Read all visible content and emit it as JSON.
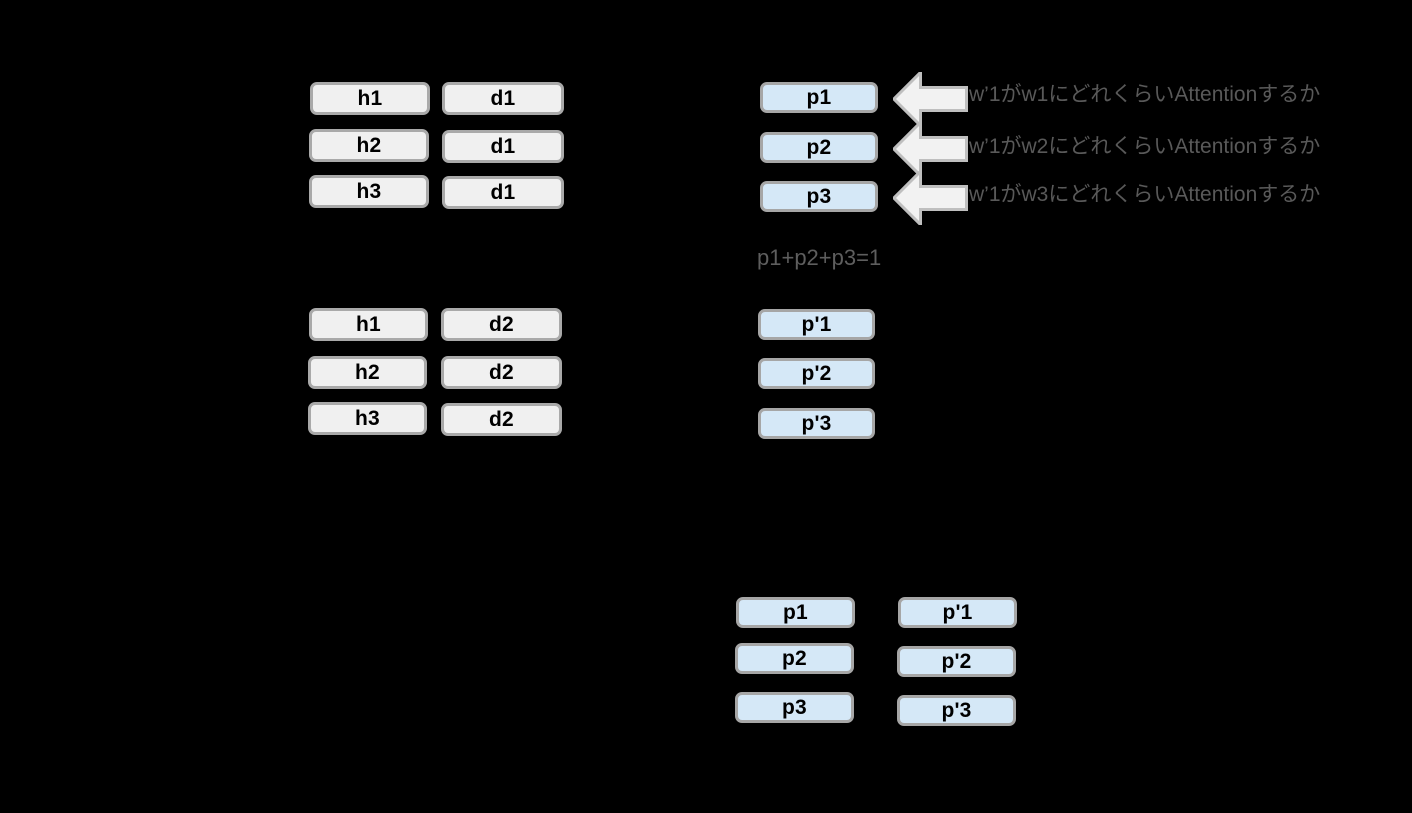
{
  "background_color": "#000000",
  "colors": {
    "box_grey_fill": "#f0f0f0",
    "box_blue_fill": "#d5e8f7",
    "box_border": "#a6a6a6",
    "arrow_fill": "#f2f2f2",
    "arrow_border": "#bfbfbf",
    "text_grey": "#595959",
    "text_black": "#000000"
  },
  "groups": {
    "hidden_states_d1": {
      "name": "hidden-states-with-d1",
      "rows": [
        {
          "left": "h1",
          "right": "d1"
        },
        {
          "left": "h2",
          "right": "d1"
        },
        {
          "left": "h3",
          "right": "d1"
        }
      ]
    },
    "hidden_states_d2": {
      "name": "hidden-states-with-d2",
      "rows": [
        {
          "left": "h1",
          "right": "d2"
        },
        {
          "left": "h2",
          "right": "d2"
        },
        {
          "left": "h3",
          "right": "d2"
        }
      ]
    },
    "probabilities_p": {
      "name": "attention-probabilities-p",
      "items": [
        "p1",
        "p2",
        "p3"
      ],
      "annotations": [
        "w’1がw1にどれくらいAttentionするか",
        "w’1がw2にどれくらいAttentionするか",
        "w’1がw3にどれくらいAttentionするか"
      ],
      "sum_formula": "p1+p2+p3=1"
    },
    "probabilities_p_prime": {
      "name": "attention-probabilities-p-prime",
      "items": [
        "p'1",
        "p'2",
        "p'3"
      ]
    },
    "bottom_p": {
      "name": "bottom-probabilities-p",
      "items": [
        "p1",
        "p2",
        "p3"
      ]
    },
    "bottom_p_prime": {
      "name": "bottom-probabilities-p-prime",
      "items": [
        "p'1",
        "p'2",
        "p'3"
      ]
    }
  }
}
